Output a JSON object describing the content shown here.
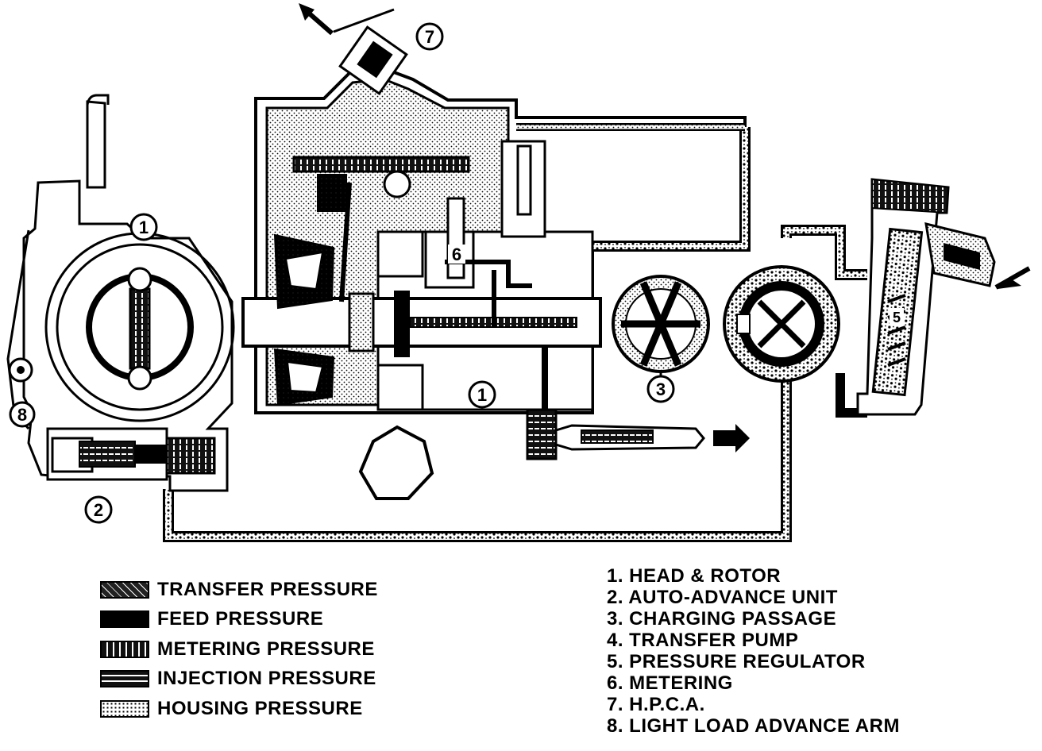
{
  "callouts": [
    "1",
    "1",
    "2",
    "3",
    "6",
    "7",
    "8",
    "5"
  ],
  "legend": [
    {
      "label": "TRANSFER PRESSURE",
      "pattern": "transfer"
    },
    {
      "label": "FEED PRESSURE",
      "pattern": "feed"
    },
    {
      "label": "METERING PRESSURE",
      "pattern": "metering"
    },
    {
      "label": "INJECTION PRESSURE",
      "pattern": "injection"
    },
    {
      "label": "HOUSING PRESSURE",
      "pattern": "housing"
    }
  ],
  "parts": [
    "1. HEAD & ROTOR",
    "2. AUTO-ADVANCE UNIT",
    "3. CHARGING PASSAGE",
    "4. TRANSFER PUMP",
    "5. PRESSURE REGULATOR",
    "6. METERING",
    "7. H.P.C.A.",
    "8. LIGHT LOAD ADVANCE ARM"
  ]
}
